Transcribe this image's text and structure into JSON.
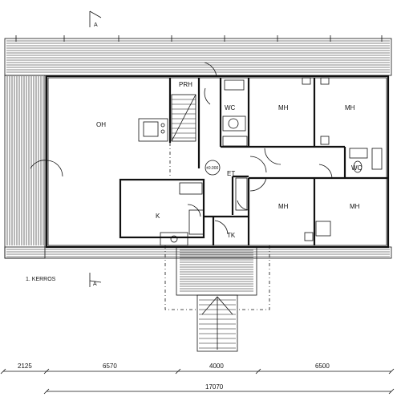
{
  "rooms": {
    "oh": "OH",
    "prh": "PRH",
    "wc1": "WC",
    "wc2": "WC",
    "mh1": "MH",
    "mh2": "MH",
    "mh3": "MH",
    "mh4": "MH",
    "et": "ET",
    "k": "K",
    "tk": "TK"
  },
  "level_mark": "±0.000",
  "floor_title": "1. KERROS",
  "section_mark": "A",
  "dimensions": {
    "d1": "2125",
    "d2": "6570",
    "d3": "4000",
    "d4": "6500",
    "total": "17070"
  }
}
